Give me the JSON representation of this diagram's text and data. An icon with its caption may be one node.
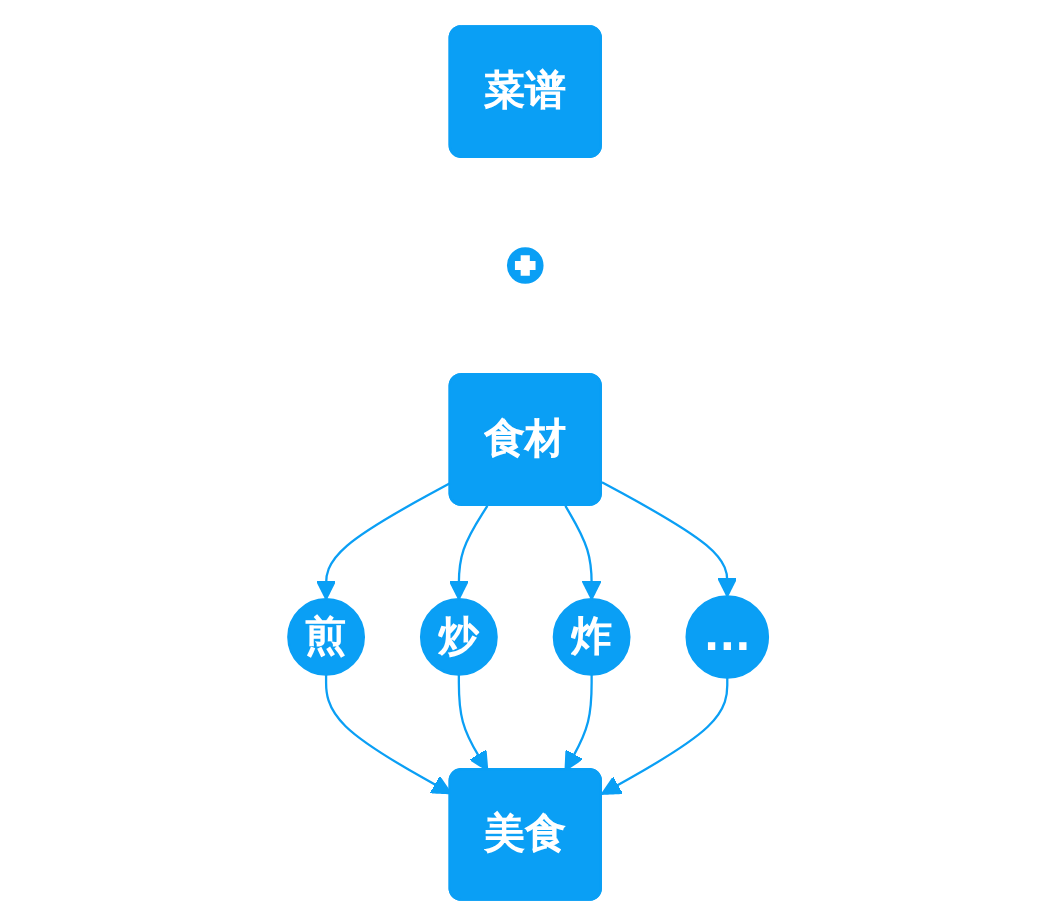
{
  "diagram": {
    "nodes": [
      {
        "text": [
          "菜谱"
        ]
      },
      {
        "text": [],
        "shape": "circle"
      },
      {
        "text": [
          "食材"
        ]
      },
      {
        "text": [
          "煎"
        ]
      },
      {
        "text": [
          "炒"
        ]
      },
      {
        "text": [
          "炸"
        ]
      },
      {
        "text": [
          "..."
        ]
      },
      {
        "text": [
          "美食"
        ]
      }
    ],
    "edges": [
      {
        "from": 2,
        "to": 3,
        "arrow": "to"
      },
      {
        "from": 2,
        "to": 4,
        "arrow": "to"
      },
      {
        "from": 2,
        "to": 5,
        "arrow": "to"
      },
      {
        "from": 2,
        "to": 6,
        "arrow": "to"
      },
      {
        "from": 3,
        "to": 7,
        "arrow": "to"
      },
      {
        "from": 4,
        "to": 7,
        "arrow": "to"
      },
      {
        "from": 5,
        "to": 7,
        "arrow": "to"
      },
      {
        "from": 6,
        "to": 7,
        "arrow": "to"
      }
    ]
  }
}
